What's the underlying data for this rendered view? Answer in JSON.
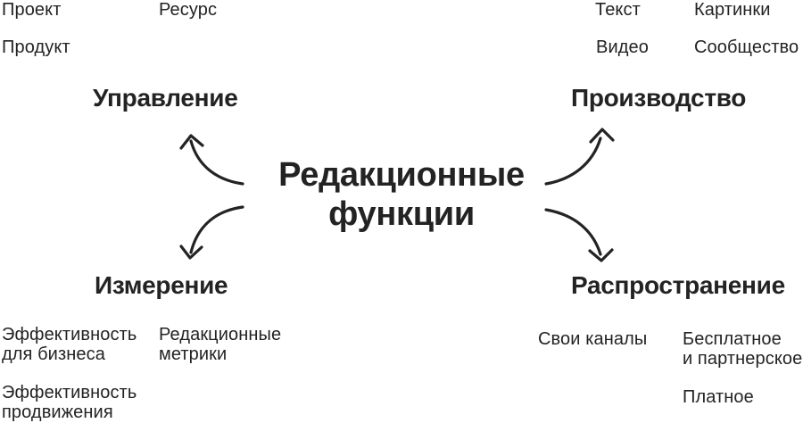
{
  "title": "Редакционные\nфункции",
  "quadrants": {
    "management": {
      "heading": "Управление",
      "items": [
        "Проект",
        "Ресурс",
        "Продукт"
      ]
    },
    "production": {
      "heading": "Производство",
      "items": [
        "Текст",
        "Картинки",
        "Видео",
        "Сообщество"
      ]
    },
    "measurement": {
      "heading": "Измерение",
      "items": [
        "Эффективность\nдля бизнеса",
        "Редакционные\nметрики",
        "Эффективность\nпродвижения"
      ]
    },
    "distribution": {
      "heading": "Распространение",
      "items": [
        "Свои каналы",
        "Бесплатное\nи партнерское",
        "Платное"
      ]
    }
  },
  "colors": {
    "text": "#232323",
    "background": "#ffffff"
  }
}
